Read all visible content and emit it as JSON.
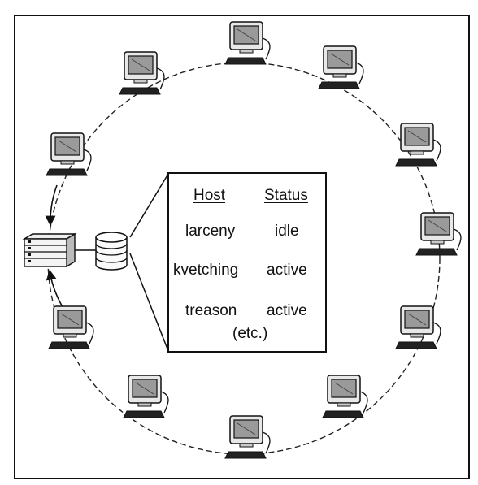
{
  "table": {
    "headers": {
      "host": "Host",
      "status": "Status"
    },
    "rows": [
      {
        "host": "larceny",
        "status": "idle"
      },
      {
        "host": "kvetching",
        "status": "active"
      },
      {
        "host": "treason",
        "status": "active"
      }
    ],
    "footer": "(etc.)"
  },
  "colors": {
    "ink": "#111111",
    "paper": "#ffffff"
  },
  "icons": {
    "workstation": "computer-monitor-icon",
    "server": "server-rack-icon",
    "database": "database-cylinder-icon"
  }
}
